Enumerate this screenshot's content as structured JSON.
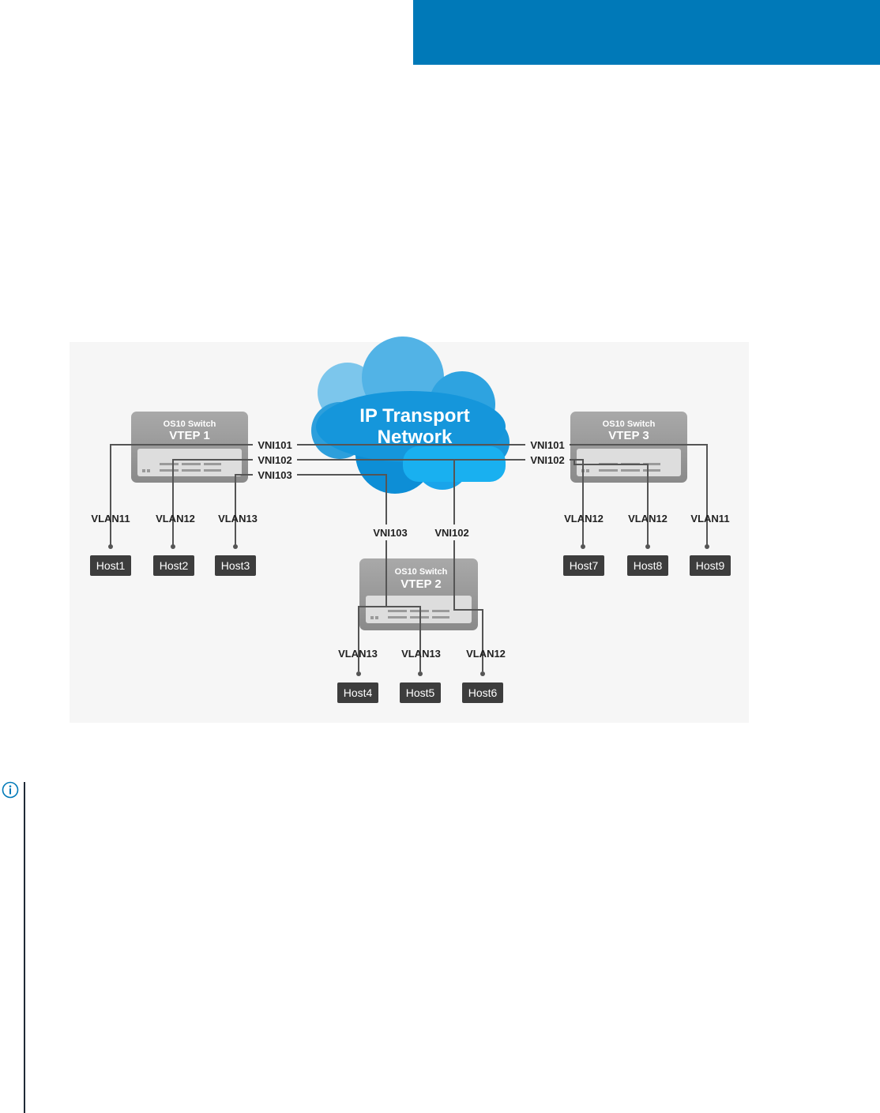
{
  "colors": {
    "banner": "#0079b8",
    "cloud_light": "#4db3e6",
    "cloud_dark": "#0a8fd6",
    "switch_body": "#9a9a9a",
    "host_box": "#3d3d3d",
    "line": "#555555"
  },
  "icons": {
    "note": "info-circle-icon"
  },
  "diagram": {
    "cloud": {
      "line1": "IP Transport",
      "line2": "Network"
    },
    "switches": [
      {
        "id": "vtep1",
        "model": "OS10 Switch",
        "name": "VTEP 1"
      },
      {
        "id": "vtep2",
        "model": "OS10 Switch",
        "name": "VTEP 2"
      },
      {
        "id": "vtep3",
        "model": "OS10 Switch",
        "name": "VTEP 3"
      }
    ],
    "vni_labels": {
      "vtep1": [
        "VNI101",
        "VNI102",
        "VNI103"
      ],
      "vtep3": [
        "VNI101",
        "VNI102"
      ],
      "vtep2": [
        "VNI103",
        "VNI102"
      ]
    },
    "vlan_labels": {
      "vtep1": [
        "VLAN11",
        "VLAN12",
        "VLAN13"
      ],
      "vtep2": [
        "VLAN13",
        "VLAN13",
        "VLAN12"
      ],
      "vtep3": [
        "VLAN12",
        "VLAN12",
        "VLAN11"
      ]
    },
    "hosts": [
      "Host1",
      "Host2",
      "Host3",
      "Host4",
      "Host5",
      "Host6",
      "Host7",
      "Host8",
      "Host9"
    ]
  }
}
